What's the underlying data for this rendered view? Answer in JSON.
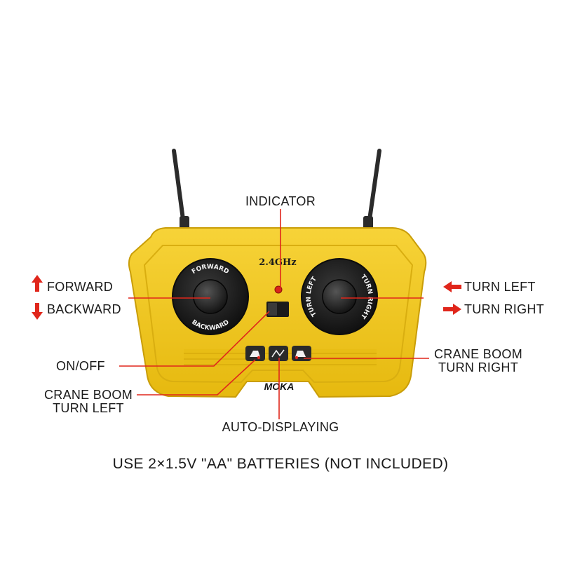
{
  "remote": {
    "frequency": "2.4GHz",
    "brand": "MOKA",
    "left_stick": {
      "top_text": "FORWARD",
      "bottom_text": "BACKWARD"
    },
    "right_stick": {
      "left_text": "TURN LEFT",
      "right_text": "TURN RIGHT"
    }
  },
  "callouts": {
    "indicator": "INDICATOR",
    "forward": "FORWARD",
    "backward": "BACKWARD",
    "turn_left": "TURN LEFT",
    "turn_right": "TURN RIGHT",
    "on_off": "ON/OFF",
    "crane_left_l1": "CRANE BOOM",
    "crane_left_l2": "TURN LEFT",
    "crane_right_l1": "CRANE BOOM",
    "crane_right_l2": "TURN RIGHT",
    "auto_displaying": "AUTO-DISPLAYING"
  },
  "footnote": "USE 2×1.5V \"AA\" BATTERIES (NOT INCLUDED)",
  "colors": {
    "body": "#f2c91d",
    "accent_red": "#e0261b",
    "stick": "#1c1c1c"
  }
}
